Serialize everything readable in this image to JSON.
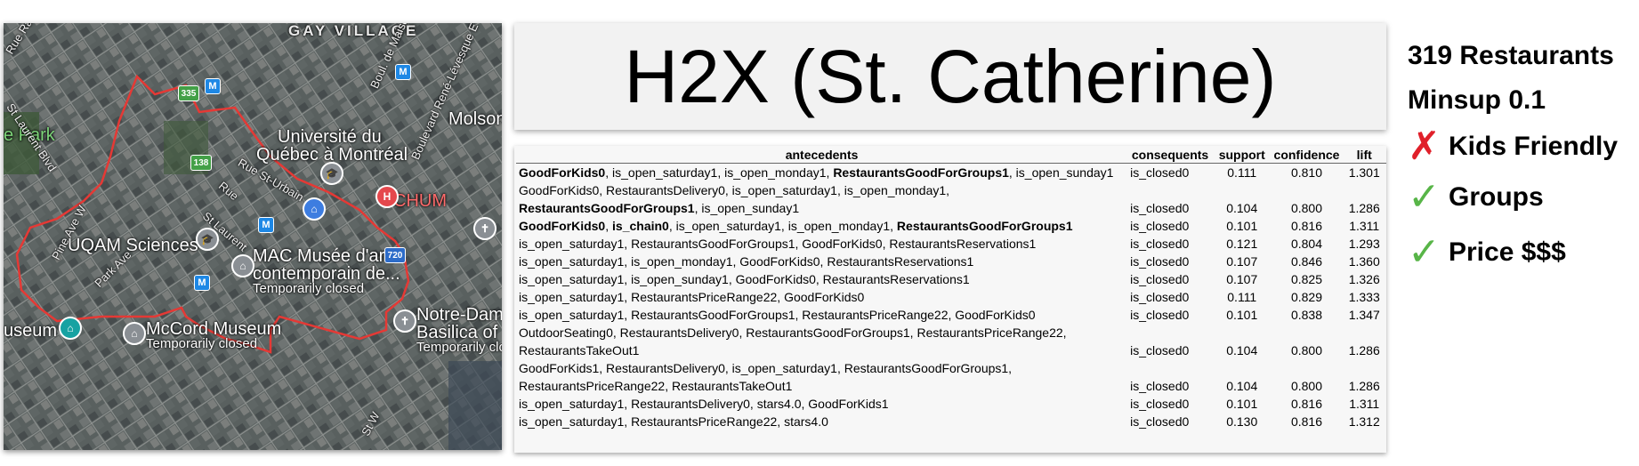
{
  "title": "H2X (St. Catherine)",
  "map": {
    "labels": {
      "gay_village": "GAY VILLAGE",
      "park": "e Park",
      "universite_1": "Université du",
      "universite_2": "Québec à Montréal",
      "molson": "Molson",
      "chum": "CHUM",
      "uqam": "UQAM Sciences",
      "mac_1": "MAC Musée d'art",
      "mac_2": "contemporain de...",
      "mac_status": "Temporarily closed",
      "museum": "useum",
      "mccord": "McCord Museum",
      "mccord_status": "Temporarily closed",
      "notre_1": "Notre-Dame",
      "notre_2": "Basilica of",
      "notre_status": "Temporarily clo",
      "road_rachel": "Rue Rachel E",
      "road_laurent": "St Laurent Blvd",
      "road_urbain": "Rue St-Urbain",
      "road_maisonneuve": "Boul. de Maison",
      "road_levesque": "Boulevard René-Lévesque E",
      "road_pine": "Pine Ave W",
      "road_park": "Park Ave",
      "road_rue": "Rue",
      "road_st_laurent2": "St Laurent",
      "road_stw": "St W",
      "shield_335": "335",
      "shield_138": "138",
      "shield_720": "720",
      "metro": "M",
      "hospital": "H"
    }
  },
  "table": {
    "headers": [
      "antecedents",
      "consequents",
      "support",
      "confidence",
      "lift"
    ],
    "rows": [
      {
        "ant": [
          [
            "GoodForKids0",
            true
          ],
          [
            ", is_open_saturday1, is_open_monday1, ",
            false
          ],
          [
            "RestaurantsGoodForGroups1",
            true
          ],
          [
            ", is_open_sunday1",
            false
          ]
        ],
        "cons": "is_closed0",
        "support": "0.111",
        "confidence": "0.810",
        "lift": "1.301"
      },
      {
        "ant": [
          [
            "GoodForKids0, RestaurantsDelivery0, is_open_saturday1, is_open_monday1, ",
            false
          ],
          [
            "RestaurantsGoodForGroups1",
            true
          ],
          [
            ", is_open_sunday1",
            false
          ]
        ],
        "cons": "is_closed0",
        "support": "0.104",
        "confidence": "0.800",
        "lift": "1.286"
      },
      {
        "ant": [
          [
            "GoodForKids0",
            true
          ],
          [
            ", ",
            false
          ],
          [
            "is_chain0",
            true
          ],
          [
            ", is_open_saturday1, is_open_monday1, ",
            false
          ],
          [
            "RestaurantsGoodForGroups1",
            true
          ]
        ],
        "cons": "is_closed0",
        "support": "0.101",
        "confidence": "0.816",
        "lift": "1.311"
      },
      {
        "ant": [
          [
            "is_open_saturday1, RestaurantsGoodForGroups1, GoodForKids0, RestaurantsReservations1",
            false
          ]
        ],
        "cons": "is_closed0",
        "support": "0.121",
        "confidence": "0.804",
        "lift": "1.293"
      },
      {
        "ant": [
          [
            "is_open_saturday1, is_open_monday1, GoodForKids0, RestaurantsReservations1",
            false
          ]
        ],
        "cons": "is_closed0",
        "support": "0.107",
        "confidence": "0.846",
        "lift": "1.360"
      },
      {
        "ant": [
          [
            "is_open_saturday1, is_open_sunday1, GoodForKids0, RestaurantsReservations1",
            false
          ]
        ],
        "cons": "is_closed0",
        "support": "0.107",
        "confidence": "0.825",
        "lift": "1.326"
      },
      {
        "ant": [
          [
            "is_open_saturday1, RestaurantsPriceRange22, GoodForKids0",
            false
          ]
        ],
        "cons": "is_closed0",
        "support": "0.111",
        "confidence": "0.829",
        "lift": "1.333"
      },
      {
        "ant": [
          [
            "is_open_saturday1, RestaurantsGoodForGroups1, RestaurantsPriceRange22, GoodForKids0",
            false
          ]
        ],
        "cons": "is_closed0",
        "support": "0.101",
        "confidence": "0.838",
        "lift": "1.347"
      },
      {
        "ant": [
          [
            "OutdoorSeating0, RestaurantsDelivery0, RestaurantsGoodForGroups1, RestaurantsPriceRange22, RestaurantsTakeOut1",
            false
          ]
        ],
        "cons": "is_closed0",
        "support": "0.104",
        "confidence": "0.800",
        "lift": "1.286"
      },
      {
        "ant": [
          [
            "GoodForKids1, RestaurantsDelivery0, is_open_saturday1, RestaurantsGoodForGroups1, RestaurantsPriceRange22, RestaurantsTakeOut1",
            false
          ]
        ],
        "cons": "is_closed0",
        "support": "0.104",
        "confidence": "0.800",
        "lift": "1.286"
      },
      {
        "ant": [
          [
            "is_open_saturday1, RestaurantsDelivery0, stars4.0, GoodForKids1",
            false
          ]
        ],
        "cons": "is_closed0",
        "support": "0.101",
        "confidence": "0.816",
        "lift": "1.311"
      },
      {
        "ant": [
          [
            "is_open_saturday1, RestaurantsPriceRange22, stars4.0",
            false
          ]
        ],
        "cons": "is_closed0",
        "support": "0.130",
        "confidence": "0.816",
        "lift": "1.312"
      }
    ]
  },
  "summary": {
    "restaurants": "319 Restaurants",
    "minsup": "Minsup 0.1",
    "items": [
      {
        "mark": "✗",
        "label": "Kids Friendly",
        "kind": "x"
      },
      {
        "mark": "✓",
        "label": "Groups",
        "kind": "ok"
      },
      {
        "mark": "✓",
        "label": "Price $$$",
        "kind": "ok"
      }
    ]
  },
  "colors": {
    "boundary": "#e53935",
    "check": "#58b548",
    "cross": "#e0202a"
  }
}
